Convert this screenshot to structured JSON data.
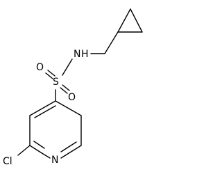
{
  "molecule": {
    "atoms": {
      "nitrogen_amine": "N",
      "hydrogen_amine": "H",
      "sulfur": "S",
      "oxygen_upper": "O",
      "oxygen_lower": "O",
      "nitrogen_pyridine": "N",
      "chlorine": "Cl"
    }
  },
  "colors": {
    "bond": "#000000",
    "label": "#000000",
    "background": "#ffffff"
  }
}
